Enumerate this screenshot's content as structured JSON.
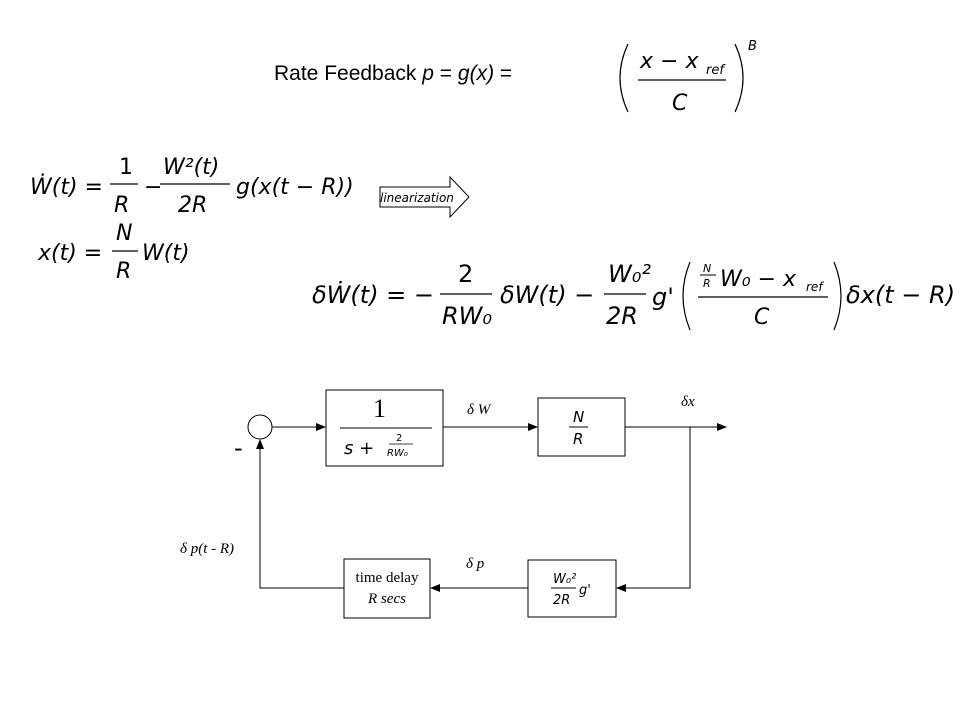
{
  "title": {
    "prefix": "Rate Feedback ",
    "p": "p",
    "eq1": " = ",
    "g": "g",
    "arg": "(x)",
    "eq2": " ="
  },
  "rate_formula": {
    "numerator": "x − x",
    "ref": "ref",
    "denominator": "C",
    "exponent": "B"
  },
  "arrow_label": "linearization",
  "eq1": {
    "lhs": "Ẇ(t) =",
    "one": "1",
    "R": "R",
    "minus": "−",
    "num2": "W²(t)",
    "den2": "2R",
    "tail": "g(x(t − R))"
  },
  "eq2": {
    "lhs": "x(t) =",
    "num": "N",
    "den": "R",
    "tail": "W(t)"
  },
  "lin": {
    "lhs": "δẆ(t) = −",
    "num1": "2",
    "den1": "RW₀",
    "mid": "δW(t) −",
    "num2": "W₀²",
    "den2": "2R",
    "g": "g'",
    "inner_num": "W₀ − x",
    "inner_ref": "ref",
    "inner_frac_num": "N",
    "inner_frac_den": "R",
    "inner_den": "C",
    "tail": "δx(t − R)"
  },
  "diagram": {
    "sum_sign": "-",
    "tf1_num": "1",
    "tf1_den_s": "s +",
    "tf1_den_frac_num": "2",
    "tf1_den_frac_den": "RW₀",
    "label_dW": "δ W",
    "tf2_num": "N",
    "tf2_den": "R",
    "label_dx": "δx",
    "label_dp": "δ p",
    "label_dpR": "δ p(t - R)",
    "delay_line1": "time delay",
    "delay_line2": "R secs",
    "gain_num": "W₀²",
    "gain_den": "2R",
    "gain_g": "g'"
  }
}
